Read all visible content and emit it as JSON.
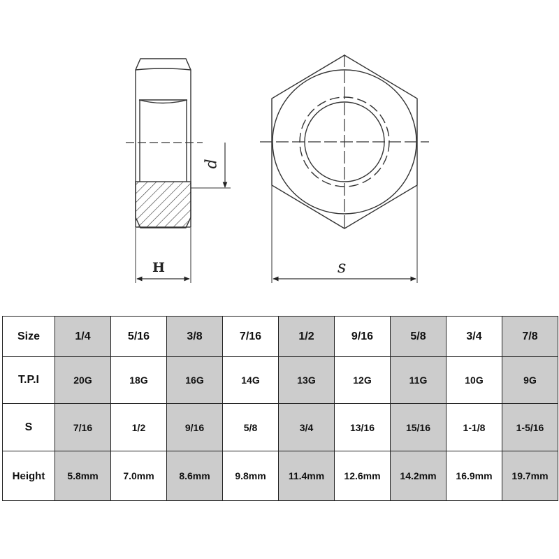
{
  "drawing": {
    "side_view_dimension": "H",
    "front_view_dimension": "s",
    "thread_dimension": "d"
  },
  "table": {
    "headers": [
      "Size",
      "T.P.I",
      "S",
      "Height"
    ],
    "sizes": [
      "1/4",
      "5/16",
      "3/8",
      "7/16",
      "1/2",
      "9/16",
      "5/8",
      "3/4",
      "7/8"
    ],
    "tpi": [
      "20G",
      "18G",
      "16G",
      "14G",
      "13G",
      "12G",
      "11G",
      "10G",
      "9G"
    ],
    "s": [
      "7/16",
      "1/2",
      "9/16",
      "5/8",
      "3/4",
      "13/16",
      "15/16",
      "1-1/8",
      "1-5/16"
    ],
    "height": [
      "5.8mm",
      "7.0mm",
      "8.6mm",
      "9.8mm",
      "11.4mm",
      "12.6mm",
      "14.2mm",
      "16.9mm",
      "19.7mm"
    ],
    "shade_color": "#cccccc",
    "border_color": "#222222"
  }
}
